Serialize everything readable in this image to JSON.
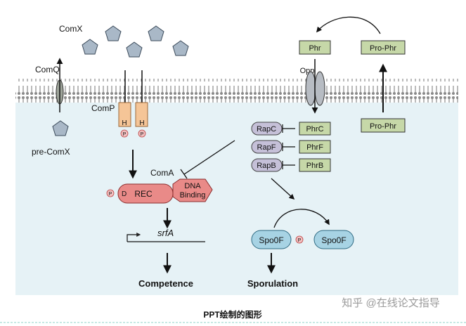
{
  "diagram": {
    "comx": "ComX",
    "comq": "ComQ",
    "comp": "ComP",
    "h_left": "H",
    "h_right": "H",
    "p_left": "P",
    "p_right": "P",
    "pre_comx": "pre-ComX",
    "coma": "ComA",
    "p_rec": "P",
    "d_rec": "D",
    "rec": "REC",
    "dna_binding_line1": "DNA",
    "dna_binding_line2": "Binding",
    "srfa": "srfA",
    "competence": "Competence",
    "phr": "Phr",
    "pro_phr_top": "Pro-Phr",
    "pro_phr_bottom": "Pro-Phr",
    "opp": "Opp",
    "rapc": "RapC",
    "phrc": "PhrC",
    "rapf": "RapF",
    "phrf": "PhrF",
    "rapb": "RapB",
    "phrb": "PhrB",
    "spo0f_left": "Spo0F",
    "p_spo": "P",
    "spo0f_right": "Spo0F",
    "sporulation": "Sporulation"
  },
  "watermark": "知乎 @在线论文指导",
  "caption": "PPT绘制的图形"
}
